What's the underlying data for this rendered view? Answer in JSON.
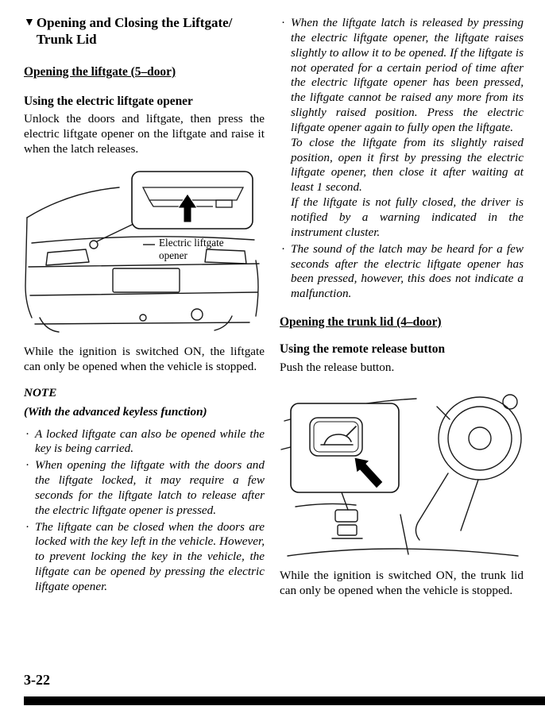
{
  "glyphs": {
    "section_marker": "▼",
    "bullet": "·"
  },
  "section": {
    "title": "Opening and Closing the Liftgate/\nTrunk Lid"
  },
  "liftgate": {
    "heading": "Opening the liftgate (5–door)",
    "subheading": "Using the electric liftgate opener",
    "intro": "Unlock the doors and liftgate, then press the electric liftgate opener on the liftgate and raise it when the latch releases.",
    "figure": {
      "callout_label": "Electric liftgate opener"
    },
    "ignition_note": "While the ignition is switched ON, the liftgate can only be opened when the vehicle is stopped."
  },
  "note": {
    "label": "NOTE",
    "condition": "(With the advanced keyless function)",
    "bullets": [
      "A locked liftgate can also be opened while the key is being carried.",
      "When opening the liftgate with the doors and the liftgate locked, it may require a few seconds for the liftgate latch to release after the electric liftgate opener is pressed.",
      "The liftgate can be closed when the doors are locked with the key left in the vehicle. However, to prevent locking the key in the vehicle, the liftgate can be opened by pressing the electric liftgate opener.",
      "When the liftgate latch is released by pressing the electric liftgate opener, the liftgate raises slightly to allow it to be opened. If the liftgate is not operated for a certain period of time after the electric liftgate opener has been pressed, the liftgate cannot be raised any more from its slightly raised position. Press the electric liftgate opener again to fully open the liftgate.\nTo close the liftgate from its slightly raised position, open it first by pressing the electric liftgate opener, then close it after waiting at least 1 second.\nIf the liftgate is not fully closed, the driver is notified by a warning indicated in the instrument cluster.",
      "The sound of the latch may be heard for a few seconds after the electric liftgate opener has been pressed, however, this does not indicate a malfunction."
    ]
  },
  "trunk": {
    "heading": "Opening the trunk lid (4–door)",
    "subheading": "Using the remote release button",
    "intro": "Push the release button.",
    "ignition_note": "While the ignition is switched ON, the trunk lid can only be opened when the vehicle is stopped."
  },
  "footer": {
    "page_number": "3-22"
  }
}
